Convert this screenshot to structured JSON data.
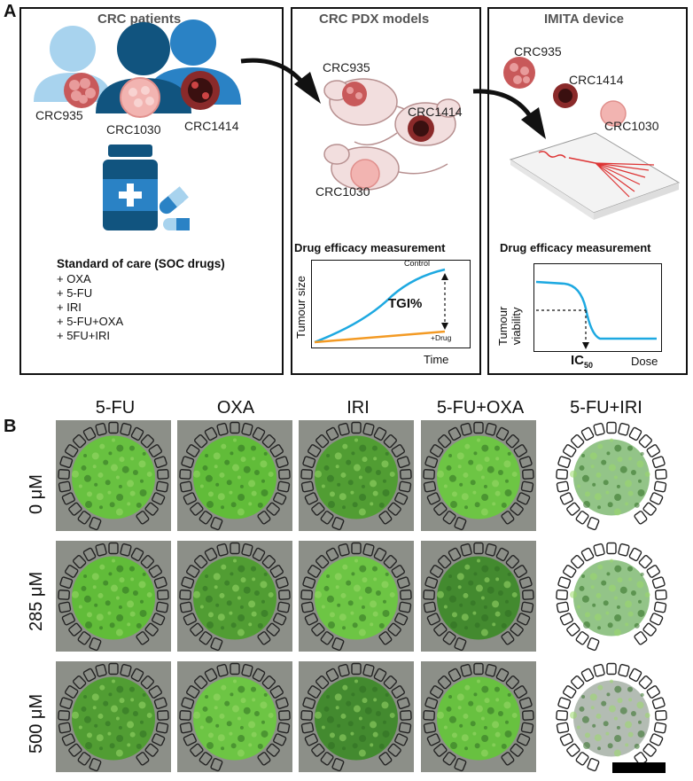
{
  "panel_a": {
    "letter": "A",
    "box1": {
      "title": "CRC patients",
      "patients": [
        "CRC935",
        "CRC1030",
        "CRC1414"
      ],
      "soc_title": "Standard of care (SOC drugs)",
      "soc_drugs": [
        "+ OXA",
        "+ 5-FU",
        "+ IRI",
        "+ 5-FU+OXA",
        "+ 5FU+IRI"
      ]
    },
    "box2": {
      "title": "CRC PDX models",
      "models": [
        "CRC935",
        "CRC1414",
        "CRC1030"
      ],
      "measure_title": "Drug efficacy measurement",
      "plot": {
        "ylabel": "Tumour size",
        "xlabel": "Time",
        "control_label": "Control",
        "drug_label": "+Drug",
        "metric": "TGI%"
      }
    },
    "box3": {
      "title": "IMITA device",
      "samples": [
        "CRC935",
        "CRC1414",
        "CRC1030"
      ],
      "measure_title": "Drug efficacy measurement",
      "plot": {
        "ylabel_line1": "Tumour",
        "ylabel_line2": "viability",
        "xlabel": "Dose",
        "metric": "IC",
        "metric_sub": "50"
      }
    }
  },
  "panel_b": {
    "letter": "B",
    "columns": [
      "5-FU",
      "OXA",
      "IRI",
      "5-FU+OXA",
      "5-FU+IRI"
    ],
    "rows": [
      "0 μM",
      "285 μM",
      "500 μM"
    ]
  },
  "colors": {
    "patient_light": "#a8d3ee",
    "patient_dark": "#11547f",
    "patient_mid": "#2a82c5",
    "control_curve": "#1ea9e1",
    "drug_curve": "#f39a24",
    "green": "#5fc23a",
    "tumor_pink": "#f2b4b1",
    "tumor_red": "#b23a3a"
  }
}
